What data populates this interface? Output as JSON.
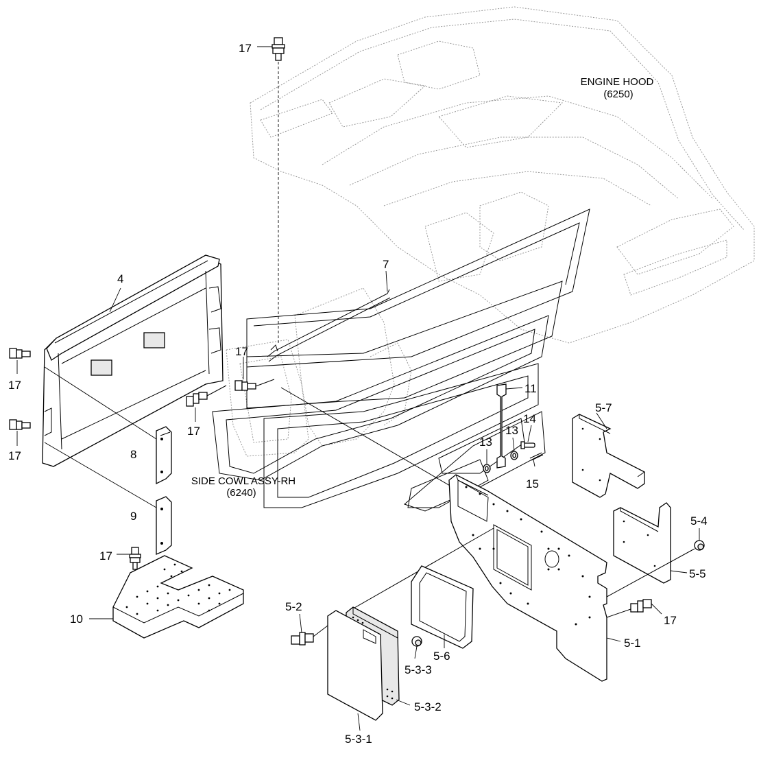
{
  "labels": {
    "engine_hood": "ENGINE HOOD",
    "engine_hood_code": "(6250)",
    "side_cowl": "SIDE COWL ASSY-RH",
    "side_cowl_code": "(6240)",
    "p4": "4",
    "p5_1": "5-1",
    "p5_2": "5-2",
    "p5_3_1": "5-3-1",
    "p5_3_2": "5-3-2",
    "p5_3_3": "5-3-3",
    "p5_4": "5-4",
    "p5_5": "5-5",
    "p5_6": "5-6",
    "p5_7": "5-7",
    "p7": "7",
    "p8": "8",
    "p9": "9",
    "p10": "10",
    "p11": "11",
    "p13": "13",
    "p14": "14",
    "p15": "15",
    "p17": "17"
  }
}
